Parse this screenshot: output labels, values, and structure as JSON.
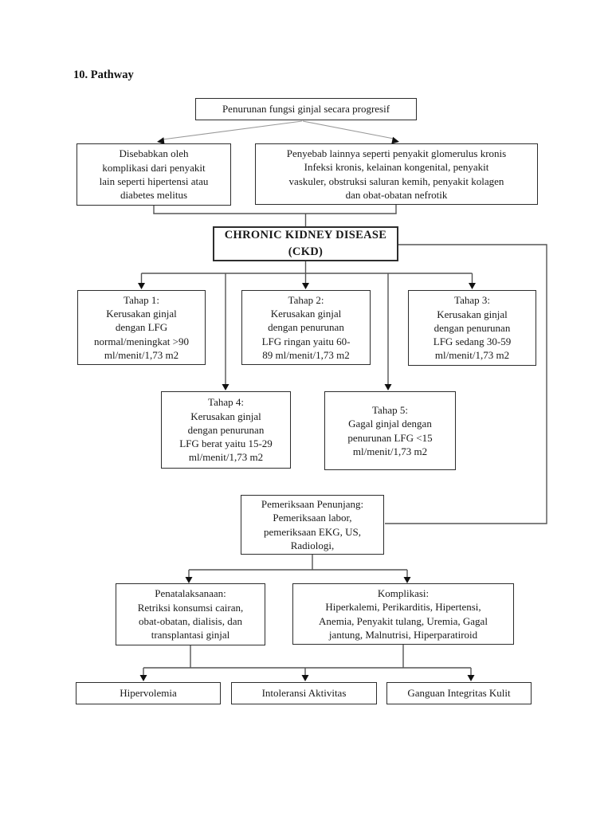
{
  "page": {
    "title": "10. Pathway"
  },
  "colors": {
    "ink": "#1a1a1a",
    "box_border": "#2d2d2d",
    "connector_line": "#555555"
  },
  "flowchart": {
    "nodes": {
      "progresif": {
        "text": "Penurunan fungsi ginjal secara progresif"
      },
      "disebabkan": {
        "text": "Disebabkan oleh\nkomplikasi dari penyakit\nlain seperti hipertensi atau\ndiabetes melitus"
      },
      "penyebab": {
        "text": "Penyebab lainnya seperti penyakit glomerulus kronis\nInfeksi kronis, kelainan kongenital, penyakit\nvaskuler, obstruksi saluran kemih, penyakit kolagen\ndan obat-obatan nefrotik"
      },
      "ckd": {
        "text": "CHRONIC KIDNEY DISEASE\n(CKD)"
      },
      "tahap1": {
        "text": "Tahap 1:\nKerusakan ginjal\ndengan LFG\nnormal/meningkat >90\nml/menit/1,73 m2"
      },
      "tahap2": {
        "text": "Tahap 2:\nKerusakan ginjal\ndengan penurunan\nLFG ringan yaitu 60-\n89 ml/menit/1,73 m2"
      },
      "tahap3": {
        "text": "Tahap 3:\nKerusakan ginjal\ndengan penurunan\nLFG sedang 30-59\nml/menit/1,73 m2"
      },
      "tahap4": {
        "text": "Tahap 4:\nKerusakan ginjal\ndengan penurunan\nLFG berat yaitu 15-29\nml/menit/1,73 m2"
      },
      "tahap5": {
        "text": "Tahap 5:\nGagal ginjal dengan\npenurunan LFG <15\nml/menit/1,73 m2"
      },
      "pemeriksaan": {
        "text": "Pemeriksaan Penunjang:\nPemeriksaan labor,\npemeriksaan EKG, US,\nRadiologi,"
      },
      "penatalaksanaan": {
        "text": "Penatalaksanaan:\nRetriksi konsumsi cairan,\nobat-obatan, dialisis, dan\ntransplantasi ginjal"
      },
      "komplikasi": {
        "text": "Komplikasi:\nHiperkalemi, Perikarditis, Hipertensi,\nAnemia, Penyakit tulang, Uremia, Gagal\njantung, Malnutrisi, Hiperparatiroid"
      },
      "hipervolemia": {
        "text": "Hipervolemia"
      },
      "intoleransi": {
        "text": "Intoleransi Aktivitas"
      },
      "ganguan": {
        "text": "Ganguan Integritas Kulit"
      }
    }
  }
}
